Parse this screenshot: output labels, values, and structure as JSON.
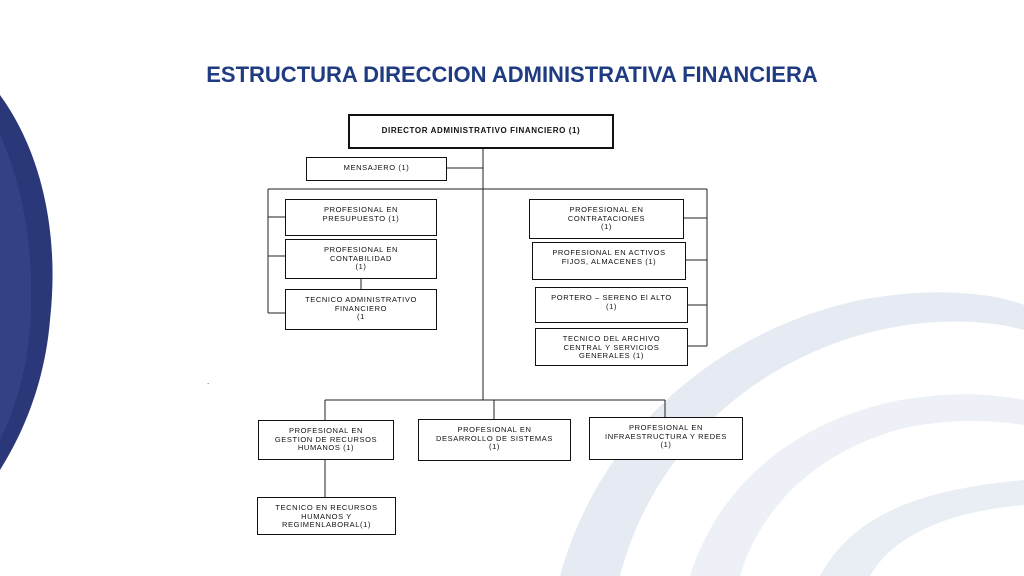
{
  "title": "ESTRUCTURA DIRECCION ADMINISTRATIVA FINANCIERA",
  "colors": {
    "title": "#1f3b82",
    "decor": "#2a3778",
    "decor_light": "#e6ebf3"
  },
  "nodes": {
    "director": "DIRECTOR  ADMINISTRATIVO  FINANCIERO (1)",
    "mensajero": "MENSAJERO (1)",
    "presupuesto": "PROFESIONAL EN\nPRESUPUESTO (1)",
    "contabilidad": "PROFESIONAL EN\nCONTABILIDAD\n(1)",
    "tecnico_admin": "TECNICO ADMINISTRATIVO\nFINANCIERO\n(1",
    "contrataciones": "PROFESIONAL EN\nCONTRATACIONES\n(1)",
    "activos": "PROFESIONAL EN ACTIVOS\nFIJOS,  ALMACENES   (1)",
    "portero": "PORTERO – SERENO El ALTO\n(1)",
    "archivo": "TECNICO DEL ARCHIVO\nCENTRAL Y  SERVICIOS\nGENERALES (1)",
    "rrhh": "PROFESIONAL EN\nGESTION DE RECURSOS\nHUMANOS  (1)",
    "sistemas": "PROFESIONAL EN\nDESARROLLO DE SISTEMAS\n(1)",
    "infraestructura": "PROFESIONAL EN\nINFRAESTRUCTURA Y REDES\n(1)",
    "tecnico_rrhh": "TECNICO EN RECURSOS\nHUMANOS Y\nREGIMENLABORAL(1)"
  },
  "stray_mark": "."
}
